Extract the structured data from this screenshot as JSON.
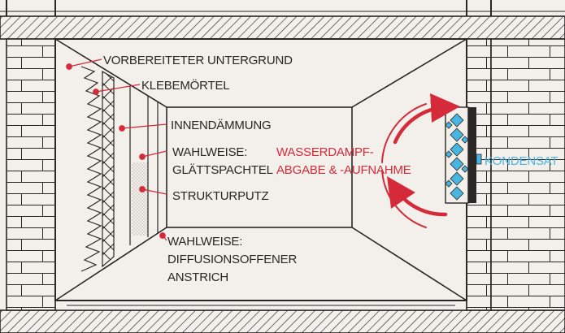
{
  "labels": {
    "vorbereiteter_untergrund": "VORBEREITETER UNTERGRUND",
    "klebemoertel": "KLEBEMÖRTEL",
    "innendaemmung": "INNENDÄMMUNG",
    "glaettspachtel_line1": "WAHLWEISE:",
    "glaettspachtel_line2": "GLÄTTSPACHTEL",
    "strukturputz": "STRUKTURPUTZ",
    "anstrich_line1": "WAHLWEISE:",
    "anstrich_line2": "DIFFUSIONSOFFENER",
    "anstrich_line3": "ANSTRICH",
    "wasserdampf_line1": "WASSERDAMPF-",
    "wasserdampf_line2": "ABGABE & -AUFNAHME",
    "kondensat": "KONDENSAT"
  },
  "colors": {
    "background": "#f3efea",
    "line": "#2a2624",
    "accent_red": "#d42a3a",
    "accent_blue": "#49b6e2"
  }
}
